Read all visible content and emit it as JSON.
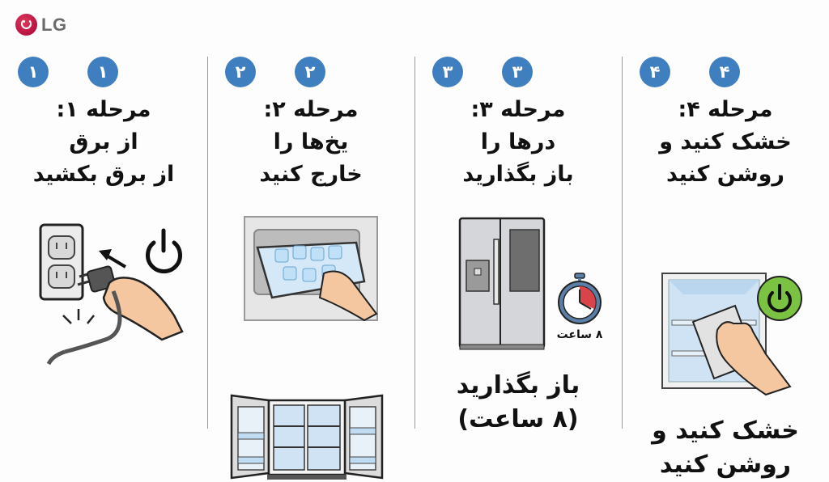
{
  "brand": {
    "logo_text": "LG",
    "accent_color": "#a50034"
  },
  "theme": {
    "badge_color": "#3f7fbf",
    "power_green": "#7cc242",
    "timer_red": "#d9434a"
  },
  "steps": [
    {
      "number": "۱",
      "title_line1": "مرحله ۱:",
      "title_line2": "از برق",
      "title_line3": "از برق بکشید",
      "illustration": "unplug-from-outlet",
      "icon": "power-icon"
    },
    {
      "number": "۲",
      "title_line1": "مرحله ۲:",
      "title_line2": "یخ‌ها را",
      "title_line3": "خارج کنید",
      "illustration": "remove-ice-bin-open-fridge",
      "icon": "ice-bin-icon"
    },
    {
      "number": "۳",
      "title_line1": "مرحله ۳:",
      "title_line2": "درها را",
      "title_line3": "باز بگذارید",
      "illustration": "side-by-side-fridge-with-timer",
      "icon": "stopwatch-icon",
      "timer_label": "۸ ساعت",
      "bottom_line1": "باز بگذارید",
      "bottom_line2": "(۸ ساعت)"
    },
    {
      "number": "۴",
      "title_line1": "مرحله ۴:",
      "title_line2": "خشک کنید و",
      "title_line3": "روشن کنید",
      "illustration": "wipe-interior-with-cloth",
      "icon": "power-on-icon",
      "bottom_line1": "خشک کنید و",
      "bottom_line2": "روشن کنید"
    }
  ]
}
